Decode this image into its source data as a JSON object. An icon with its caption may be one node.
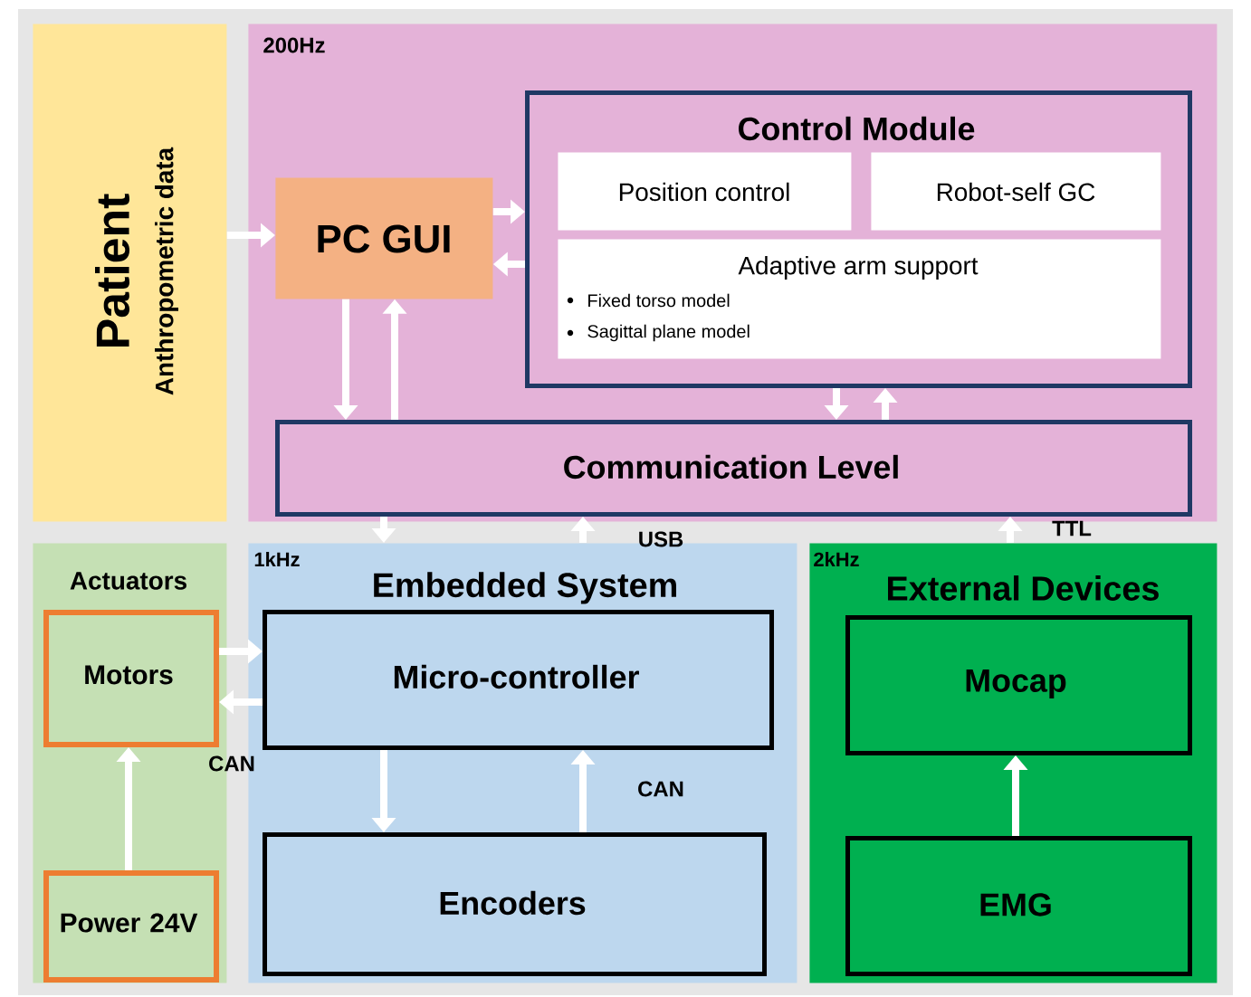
{
  "diagram": {
    "nodes": [
      {
        "text": [
          "Patient",
          "Anthropometric data"
        ]
      },
      {
        "text": [
          "200Hz"
        ]
      },
      {
        "text": [
          "PC GUI"
        ],
        "in": 1
      },
      {
        "text": [
          "Control Module"
        ],
        "in": 1
      },
      {
        "text": [
          "Position control"
        ],
        "in": 3
      },
      {
        "text": [
          "Robot-self GC"
        ],
        "in": 3
      },
      {
        "text": [
          "Adaptive arm support",
          "Fixed torso model",
          "Sagittal plane model"
        ],
        "in": 3
      },
      {
        "text": [
          "Communication Level"
        ],
        "in": 1
      },
      {
        "text": [
          "Actuators"
        ]
      },
      {
        "text": [
          "Motors"
        ],
        "in": 8
      },
      {
        "text": [
          "Power 24V"
        ],
        "in": 8
      },
      {
        "text": [
          "1kHz",
          "Embedded System"
        ]
      },
      {
        "text": [
          "Micro-controller"
        ],
        "in": 11
      },
      {
        "text": [
          "Encoders"
        ],
        "in": 11
      },
      {
        "text": [
          "2kHz",
          "External Devices"
        ]
      },
      {
        "text": [
          "Mocap"
        ],
        "in": 14
      },
      {
        "text": [
          "EMG"
        ],
        "in": 14
      }
    ],
    "edges": [
      {
        "from": 0,
        "to": 2,
        "arrow": "to"
      },
      {
        "from": 2,
        "to": 3,
        "arrow": "to"
      },
      {
        "from": 3,
        "to": 2,
        "arrow": "to"
      },
      {
        "from": 2,
        "to": 7,
        "arrow": "to"
      },
      {
        "from": 7,
        "to": 2,
        "arrow": "to"
      },
      {
        "from": 3,
        "to": 7,
        "arrow": "to"
      },
      {
        "from": 7,
        "to": 3,
        "arrow": "to"
      },
      {
        "from": 7,
        "to": 11,
        "arrow": "to"
      },
      {
        "from": 11,
        "to": 7,
        "arrow": "to",
        "label": "USB"
      },
      {
        "from": 14,
        "to": 7,
        "arrow": "to",
        "label": "TTL"
      },
      {
        "from": 9,
        "to": 12,
        "arrow": "to"
      },
      {
        "from": 12,
        "to": 9,
        "arrow": "to",
        "label": "CAN"
      },
      {
        "from": 12,
        "to": 13,
        "arrow": "to"
      },
      {
        "from": 13,
        "to": 12,
        "arrow": "to",
        "label": "CAN"
      },
      {
        "from": 10,
        "to": 9,
        "arrow": "to"
      },
      {
        "from": 16,
        "to": 15,
        "arrow": "to"
      }
    ]
  }
}
